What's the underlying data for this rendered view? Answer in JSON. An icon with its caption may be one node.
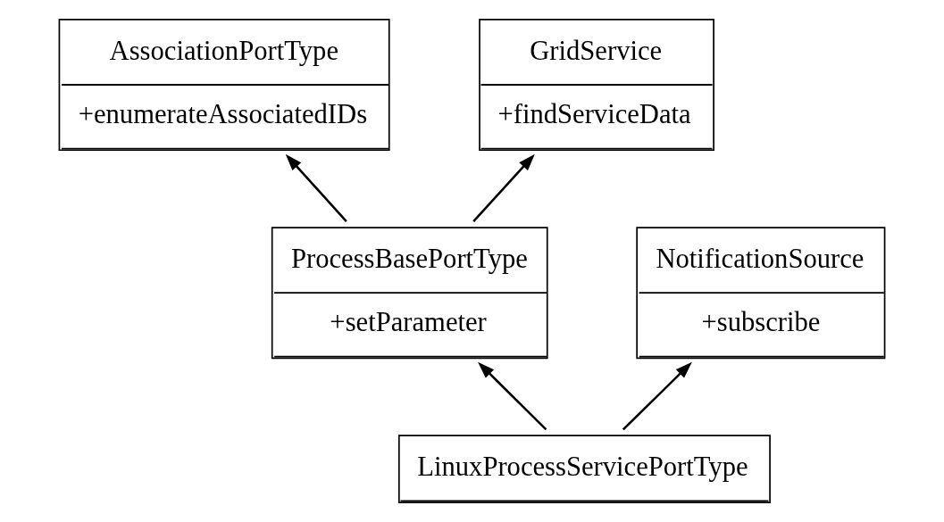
{
  "diagram": {
    "nodes": [
      {
        "text": [
          "AssociationPortType",
          "+enumerateAssociatedIDs"
        ]
      },
      {
        "text": [
          "GridService",
          "+findServiceData"
        ]
      },
      {
        "text": [
          "ProcessBasePortType",
          "+setParameter"
        ]
      },
      {
        "text": [
          "NotificationSource",
          "+subscribe"
        ]
      },
      {
        "text": [
          "LinuxProcessServicePortType"
        ]
      }
    ],
    "edges": [
      {
        "from": 2,
        "to": 0,
        "arrow": "to"
      },
      {
        "from": 2,
        "to": 1,
        "arrow": "to"
      },
      {
        "from": 4,
        "to": 3,
        "arrow": "to"
      },
      {
        "from": 4,
        "to": 2,
        "arrow": "to"
      }
    ]
  }
}
